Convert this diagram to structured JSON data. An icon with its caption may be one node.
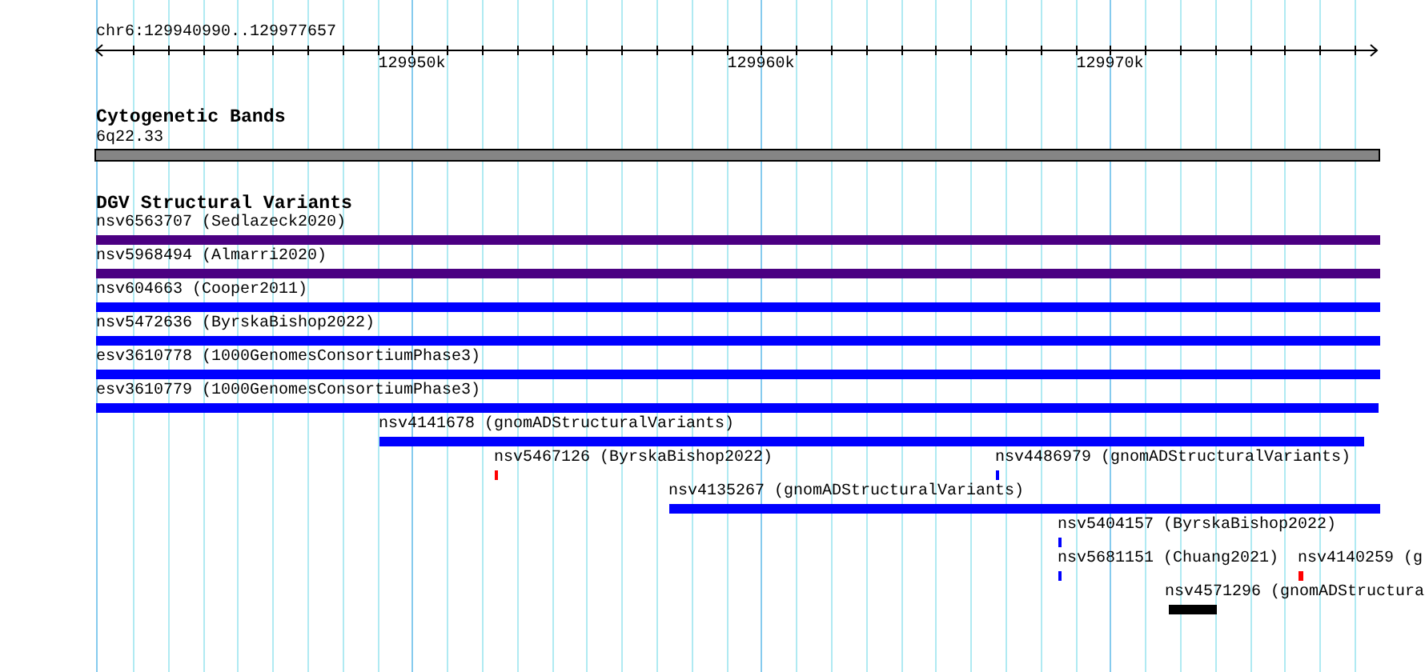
{
  "diagram": {
    "nodes": [
      {
        "text": [
          "6q22.33"
        ]
      },
      {
        "text": [
          "nsv6563707 (Sedlazeck2020)"
        ]
      },
      {
        "text": [
          "nsv5968494 (Almarri2020)"
        ]
      },
      {
        "text": [
          "nsv604663 (Cooper2011)"
        ]
      },
      {
        "text": [
          "nsv5472636 (ByrskaBishop2022)"
        ]
      },
      {
        "text": [
          "esv3610778 (1000GenomesConsortiumPhase3)"
        ]
      },
      {
        "text": [
          "esv3610779 (1000GenomesConsortiumPhase3)"
        ]
      },
      {
        "text": [
          "nsv4141678 (gnomADStructuralVariants)"
        ]
      },
      {
        "text": [
          "nsv5467126 (ByrskaBishop2022)"
        ]
      },
      {
        "text": [
          "nsv4486979 (gnomADStructuralVariants)"
        ]
      },
      {
        "text": [
          "nsv4135267 (gnomADStructuralVariants)"
        ]
      },
      {
        "text": [
          "nsv5404157 (ByrskaBishop2022)"
        ]
      },
      {
        "text": [
          "nsv5681151 (Chuang2021)"
        ]
      },
      {
        "text": [
          "nsv4140259 (g"
        ]
      },
      {
        "text": [
          "nsv4571296 (gnomADStructura"
        ]
      }
    ],
    "labels": [
      "chr6:129940990..129977657",
      "129950k",
      "129960k",
      "129970k",
      "Cytogenetic Bands",
      "DGV Structural Variants"
    ]
  }
}
